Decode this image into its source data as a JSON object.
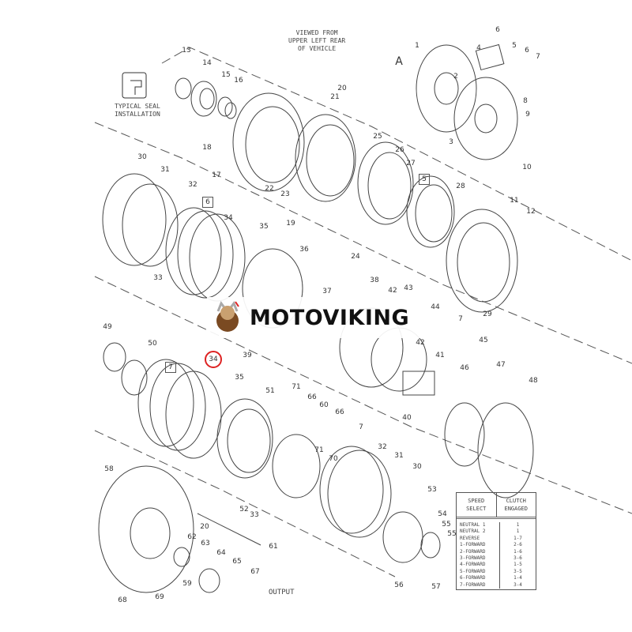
{
  "notes": {
    "view": [
      "VIEWED FROM",
      "UPPER LEFT REAR",
      "OF VEHICLE"
    ],
    "seal": [
      "TYPICAL SEAL",
      "INSTALLATION"
    ],
    "output": "OUTPUT",
    "section_a": "A"
  },
  "callouts_upper": [
    "13",
    "14",
    "15",
    "16",
    "20",
    "21",
    "18",
    "17",
    "19",
    "22",
    "23",
    "24",
    "25",
    "26",
    "27",
    "28",
    "29",
    "30",
    "31",
    "32",
    "33",
    "34",
    "35",
    "36",
    "37",
    "38",
    "42",
    "43",
    "44",
    "7",
    "45",
    "42",
    "41",
    "46",
    "47",
    "48",
    "40",
    "1",
    "2",
    "3",
    "4",
    "5",
    "6",
    "6",
    "7",
    "8",
    "9",
    "10",
    "11",
    "12"
  ],
  "callouts_lower": [
    "49",
    "50",
    "39",
    "35",
    "51",
    "71",
    "66",
    "60",
    "66",
    "7",
    "71",
    "70",
    "32",
    "31",
    "30",
    "53",
    "54",
    "55",
    "55",
    "58",
    "52",
    "33",
    "20",
    "61",
    "62",
    "63",
    "64",
    "65",
    "67",
    "59",
    "68",
    "69",
    "56",
    "57"
  ],
  "highlighted_callout": "34",
  "group_boxes": [
    "5",
    "6",
    "7"
  ],
  "watermark": "MOTOVIKING",
  "table": {
    "headers": [
      "SPEED SELECT",
      "CLUTCH ENGAGED"
    ],
    "rows": [
      [
        "NEUTRAL 1",
        "1"
      ],
      [
        "NEUTRAL 2",
        "1"
      ],
      [
        "REVERSE",
        "1-7"
      ],
      [
        "1-FORWARD",
        "2-6"
      ],
      [
        "2-FORWARD",
        "1-6"
      ],
      [
        "3-FORWARD",
        "3-6"
      ],
      [
        "4-FORWARD",
        "1-5"
      ],
      [
        "5-FORWARD",
        "3-5"
      ],
      [
        "6-FORWARD",
        "1-4"
      ],
      [
        "7-FORWARD",
        "3-4"
      ]
    ]
  }
}
